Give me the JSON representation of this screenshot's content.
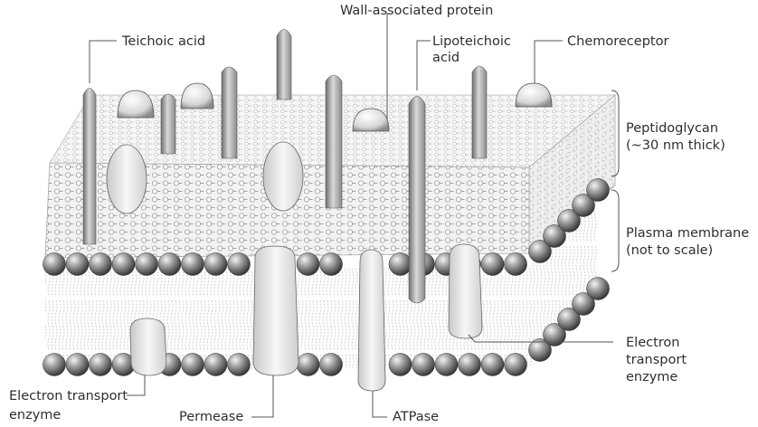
{
  "labels": {
    "wall_associated_protein": "Wall-associated protein",
    "teichoic_acid": "Teichoic acid",
    "lipoteichoic_acid_line1": "Lipoteichoic",
    "lipoteichoic_acid_line2": "acid",
    "chemoreceptor": "Chemoreceptor",
    "peptidoglycan_line1": "Peptidoglycan",
    "peptidoglycan_line2": "(~30 nm thick)",
    "plasma_membrane_line1": "Plasma membrane",
    "plasma_membrane_line2": "(not to scale)",
    "electron_transport_right_line1": "Electron",
    "electron_transport_right_line2": "transport",
    "electron_transport_right_line3": "enzyme",
    "electron_transport_left_line1": "Electron transport",
    "electron_transport_left_line2": "enzyme",
    "permease": "Permease",
    "atpase": "ATPase"
  }
}
